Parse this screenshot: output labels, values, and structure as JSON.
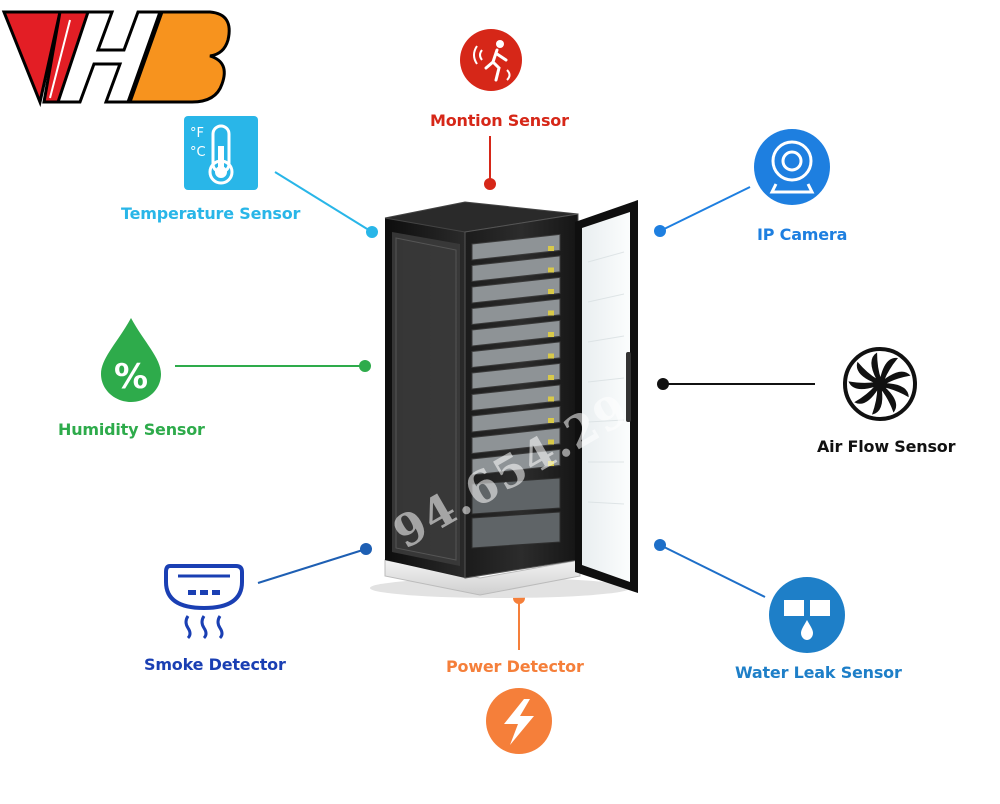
{
  "logo": {
    "text": "VHB",
    "colors": [
      "#e31e25",
      "#f7931e"
    ]
  },
  "sensors": {
    "temperature": {
      "label": "Temperature Sensor",
      "color": "#29b6e8",
      "icon": "thermometer-icon",
      "icon_text_f": "°F",
      "icon_text_c": "°C"
    },
    "motion": {
      "label": "Montion Sensor",
      "color": "#d62718",
      "icon": "motion-icon"
    },
    "ip_camera": {
      "label": "IP Camera",
      "color": "#1e7fe0",
      "icon": "camera-icon"
    },
    "humidity": {
      "label": "Humidity Sensor",
      "color": "#2eab4b",
      "icon": "humidity-drop-icon",
      "icon_text": "%"
    },
    "air_flow": {
      "label": "Air Flow Sensor",
      "color": "#111111",
      "icon": "fan-icon"
    },
    "smoke": {
      "label": "Smoke Detector",
      "color": "#1a3fb3",
      "icon": "smoke-detector-icon"
    },
    "power": {
      "label": "Power Detector",
      "color": "#f57f3a",
      "icon": "lightning-icon"
    },
    "water_leak": {
      "label": "Water Leak Sensor",
      "color": "#1e7fc8",
      "icon": "water-leak-icon"
    }
  },
  "center": {
    "icon": "server-rack-icon"
  },
  "watermark": "94.654.29"
}
